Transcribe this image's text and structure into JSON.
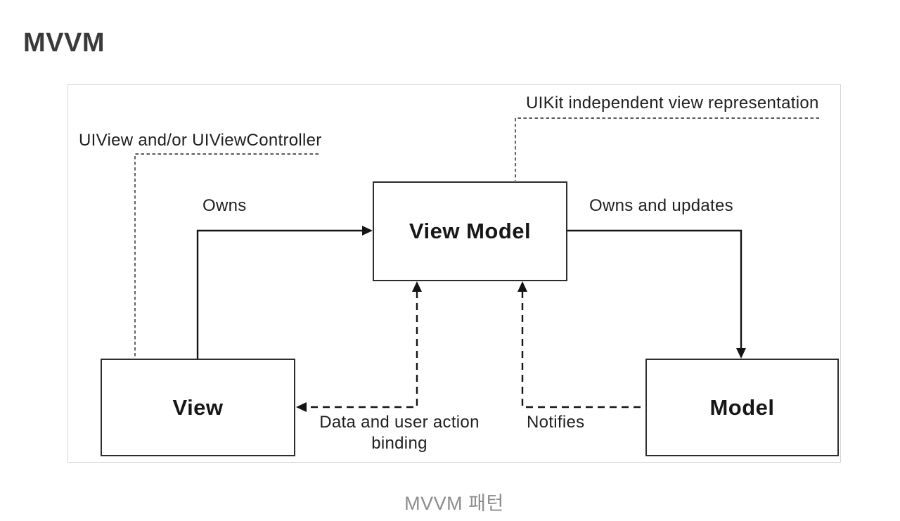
{
  "page": {
    "title": "MVVM",
    "caption": "MVVM 패턴"
  },
  "diagram": {
    "nodes": [
      {
        "id": "view-model",
        "label": "View Model"
      },
      {
        "id": "view",
        "label": "View"
      },
      {
        "id": "model",
        "label": "Model"
      }
    ],
    "edges": [
      {
        "id": "owns",
        "label": "Owns",
        "from": "view",
        "to": "view-model",
        "style": "solid"
      },
      {
        "id": "owns-and-updates",
        "label": "Owns and updates",
        "from": "view-model",
        "to": "model",
        "style": "solid"
      },
      {
        "id": "data-binding",
        "label": "Data and user action binding",
        "from": "view",
        "to": "view-model",
        "style": "dashed",
        "bidirectional": true
      },
      {
        "id": "notifies",
        "label": "Notifies",
        "from": "model",
        "to": "view-model",
        "style": "dashed"
      }
    ],
    "annotations": [
      {
        "id": "view-note",
        "text": "UIView and/or UIViewController",
        "target": "view"
      },
      {
        "id": "view-model-note",
        "text": "UIKit independent view representation",
        "target": "view-model"
      }
    ]
  },
  "theme": {
    "line": "#141414",
    "box-border": "#2d2d2d",
    "frame-border": "#d4d4d4",
    "title": "#3a3a3a",
    "caption": "#8c8c8c",
    "text": "#1f1f1f"
  }
}
